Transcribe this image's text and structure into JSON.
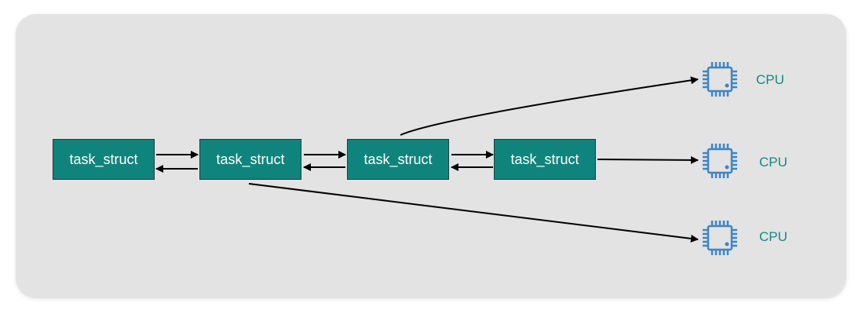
{
  "tasks": [
    {
      "label": "task_struct"
    },
    {
      "label": "task_struct"
    },
    {
      "label": "task_struct"
    },
    {
      "label": "task_struct"
    }
  ],
  "cpus": [
    {
      "label": "CPU"
    },
    {
      "label": "CPU"
    },
    {
      "label": "CPU"
    }
  ],
  "icons": {
    "cpu": "cpu-chip-icon"
  },
  "colors": {
    "task_fill": "#0f847c",
    "cpu_icon": "#3d86c6",
    "cpu_label": "#138a80",
    "arrow": "#000000",
    "panel": "#e3e3e3"
  }
}
